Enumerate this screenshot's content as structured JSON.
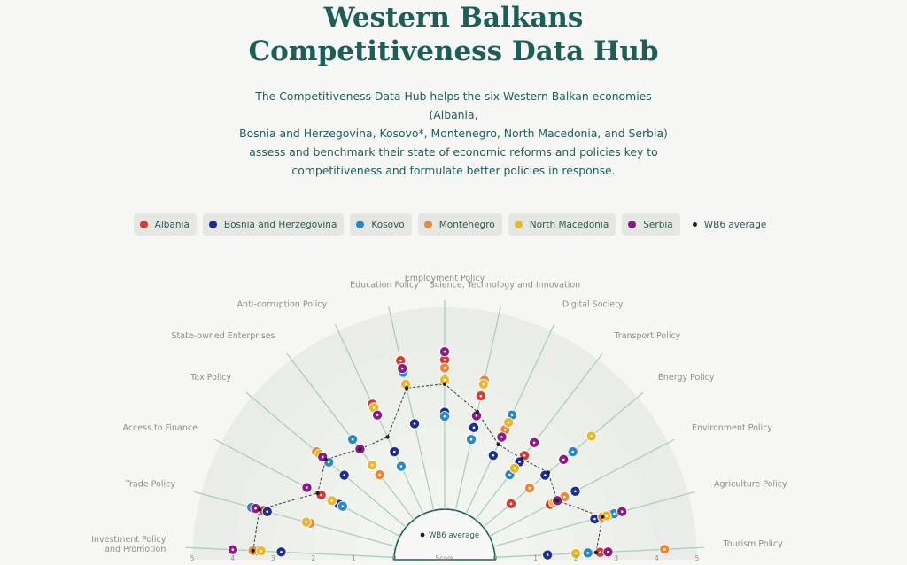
{
  "header": {
    "title_line1": "Western Balkans",
    "title_line2": "Competitiveness Data Hub",
    "intro_line1": "The Competitiveness Data Hub helps the six Western Balkan economies (Albania,",
    "intro_line2": "Bosnia and Herzegovina, Kosovo*, Montenegro, North Macedonia, and Serbia)",
    "intro_line3": "assess and benchmark their state of economic reforms and policies key to",
    "intro_line4": "competitiveness and formulate better policies in response."
  },
  "colors": {
    "Albania": "#d63a35",
    "Bosnia and Herzegovina": "#1c2e8f",
    "Kosovo": "#2b88c6",
    "Montenegro": "#e8893a",
    "North Macedonia": "#eab72a",
    "Serbia": "#8b1c86",
    "WB6 average": "#222222"
  },
  "legend": [
    {
      "label": "Albania",
      "key": "Albania"
    },
    {
      "label": "Bosnia and Herzegovina",
      "key": "Bosnia and Herzegovina"
    },
    {
      "label": "Kosovo",
      "key": "Kosovo"
    },
    {
      "label": "Montenegro",
      "key": "Montenegro"
    },
    {
      "label": "North Macedonia",
      "key": "North Macedonia"
    },
    {
      "label": "Serbia",
      "key": "Serbia"
    },
    {
      "label": "WB6 average",
      "key": "WB6 average"
    }
  ],
  "chart_data": {
    "type": "radial scatter",
    "categories": [
      "Investment Policy\nand Promotion",
      "Trade Policy",
      "Access to Finance",
      "Tax Policy",
      "State-owned Enterprises",
      "Anti-corruption Policy",
      "Education Policy",
      "Employment Policy",
      "Science, Technology and Innovation",
      "Digital Society",
      "Transport Policy",
      "Energy Policy",
      "Environment Policy",
      "Agriculture Policy",
      "Tourism Policy"
    ],
    "series": [
      {
        "name": "Albania",
        "values": [
          3.5,
          3.4,
          2.2,
          2.0,
          2.2,
          3.0,
          3.8,
          3.7,
          2.9,
          2.1,
          2.0,
          0.9,
          1.7,
          3.0,
          2.6
        ]
      },
      {
        "name": "Bosnia and Herzegovina",
        "values": [
          2.8,
          3.3,
          1.7,
          2.0,
          1.7,
          1.7,
          2.2,
          2.4,
          2.1,
          1.6,
          1.8,
          2.0,
          2.4,
          2.6,
          1.3
        ]
      },
      {
        "name": "Kosovo",
        "values": [
          3.4,
          3.7,
          1.6,
          2.5,
          2.5,
          1.3,
          3.5,
          2.3,
          1.8,
          2.7,
          1.4,
          2.9,
          1.8,
          3.1,
          2.3
        ]
      },
      {
        "name": "Montenegro",
        "values": [
          3.5,
          2.2,
          1.9,
          2.9,
          1.4,
          2.9,
          3.6,
          3.5,
          3.3,
          2.3,
          2.4,
          1.5,
          2.1,
          2.8,
          4.2
        ]
      },
      {
        "name": "North Macedonia",
        "values": [
          3.3,
          2.3,
          1.9,
          2.8,
          1.7,
          2.9,
          3.2,
          3.2,
          3.2,
          2.5,
          1.6,
          3.5,
          1.8,
          2.9,
          2.0
        ]
      },
      {
        "name": "Serbia",
        "values": [
          4.0,
          3.6,
          2.6,
          2.7,
          2.2,
          2.7,
          3.6,
          3.9,
          2.4,
          2.1,
          2.4,
          2.6,
          1.9,
          3.3,
          2.8
        ]
      },
      {
        "name": "WB6 average",
        "values": [
          3.5,
          3.5,
          2.3,
          2.6,
          2.2,
          2.1,
          3.1,
          3.1,
          2.5,
          1.9,
          1.9,
          2.1,
          1.9,
          2.8,
          2.5
        ]
      }
    ],
    "rlim": [
      0,
      5
    ],
    "axis_ticks": [
      "5",
      "4",
      "3",
      "2",
      "1",
      "0",
      "0",
      "1",
      "2",
      "3",
      "4",
      "5"
    ],
    "axis_center_label": "Score",
    "center_legend_label": "WB6 average"
  }
}
